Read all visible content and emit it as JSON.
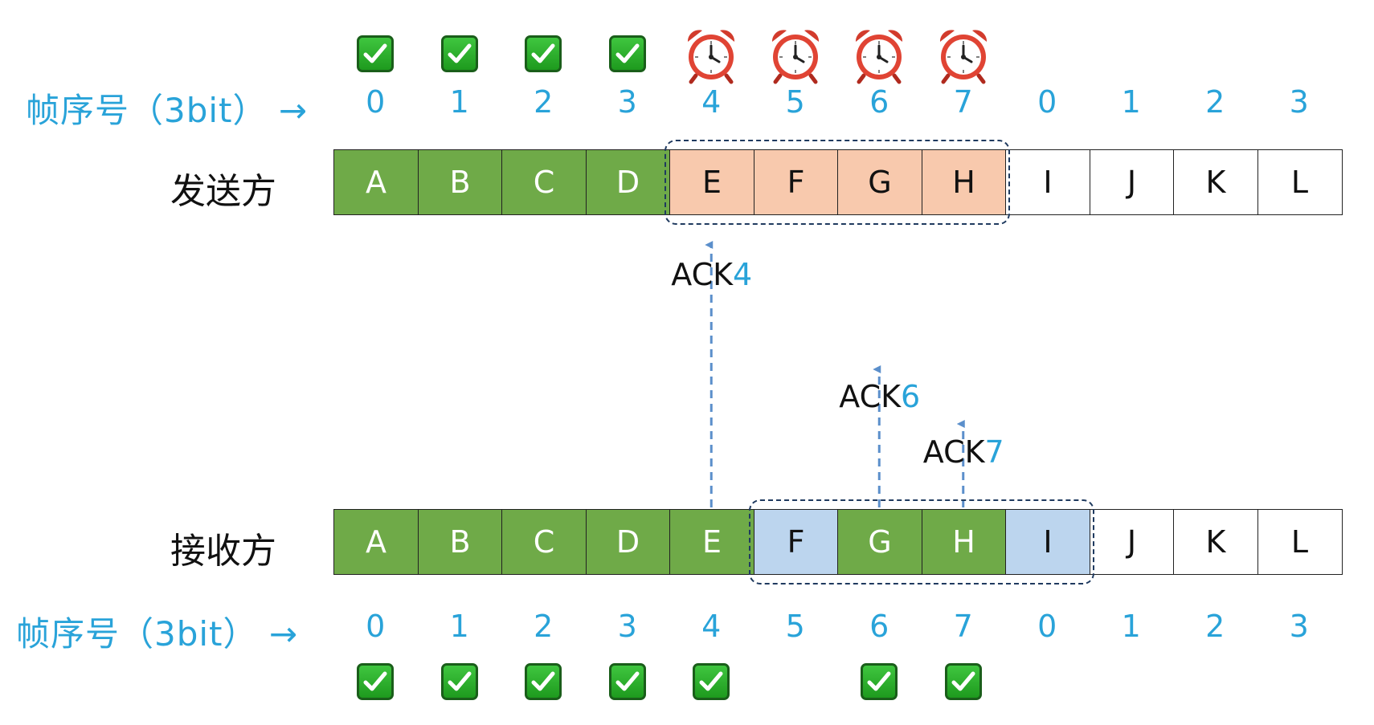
{
  "colors": {
    "accent_blue": "#29A3D9",
    "acked_green": "#6FAA48",
    "sender_window_fill": "#F8C9AD",
    "receiver_buffered_fill": "#BCD5EE",
    "window_border": "#1F3A5F",
    "ack_arrow": "#5B8FCB"
  },
  "top_seq": {
    "label": "帧序号（3bit）",
    "arrow": "→",
    "numbers": [
      "0",
      "1",
      "2",
      "3",
      "4",
      "5",
      "6",
      "7",
      "0",
      "1",
      "2",
      "3"
    ]
  },
  "sender": {
    "label": "发送方",
    "frames": [
      {
        "letter": "A",
        "state": "green"
      },
      {
        "letter": "B",
        "state": "green"
      },
      {
        "letter": "C",
        "state": "green"
      },
      {
        "letter": "D",
        "state": "green"
      },
      {
        "letter": "E",
        "state": "orange"
      },
      {
        "letter": "F",
        "state": "orange"
      },
      {
        "letter": "G",
        "state": "orange"
      },
      {
        "letter": "H",
        "state": "orange"
      },
      {
        "letter": "I",
        "state": "white"
      },
      {
        "letter": "J",
        "state": "white"
      },
      {
        "letter": "K",
        "state": "white"
      },
      {
        "letter": "L",
        "state": "white"
      }
    ],
    "window": {
      "start_index": 4,
      "end_index": 7
    },
    "markers": [
      "check",
      "check",
      "check",
      "check",
      "clock",
      "clock",
      "clock",
      "clock"
    ]
  },
  "receiver": {
    "label": "接收方",
    "frames": [
      {
        "letter": "A",
        "state": "green"
      },
      {
        "letter": "B",
        "state": "green"
      },
      {
        "letter": "C",
        "state": "green"
      },
      {
        "letter": "D",
        "state": "green"
      },
      {
        "letter": "E",
        "state": "green"
      },
      {
        "letter": "F",
        "state": "blue"
      },
      {
        "letter": "G",
        "state": "green"
      },
      {
        "letter": "H",
        "state": "green"
      },
      {
        "letter": "I",
        "state": "blue"
      },
      {
        "letter": "J",
        "state": "white"
      },
      {
        "letter": "K",
        "state": "white"
      },
      {
        "letter": "L",
        "state": "white"
      }
    ],
    "window": {
      "start_index": 5,
      "end_index": 8
    },
    "markers": [
      "check",
      "check",
      "check",
      "check",
      "check",
      "none",
      "check",
      "check"
    ]
  },
  "bottom_seq": {
    "label": "帧序号（3bit）",
    "arrow": "→",
    "numbers": [
      "0",
      "1",
      "2",
      "3",
      "4",
      "5",
      "6",
      "7",
      "0",
      "1",
      "2",
      "3"
    ]
  },
  "acks": [
    {
      "prefix": "ACK",
      "num": "4",
      "frame_index": 4
    },
    {
      "prefix": "ACK",
      "num": "6",
      "frame_index": 6
    },
    {
      "prefix": "ACK",
      "num": "7",
      "frame_index": 7
    }
  ]
}
